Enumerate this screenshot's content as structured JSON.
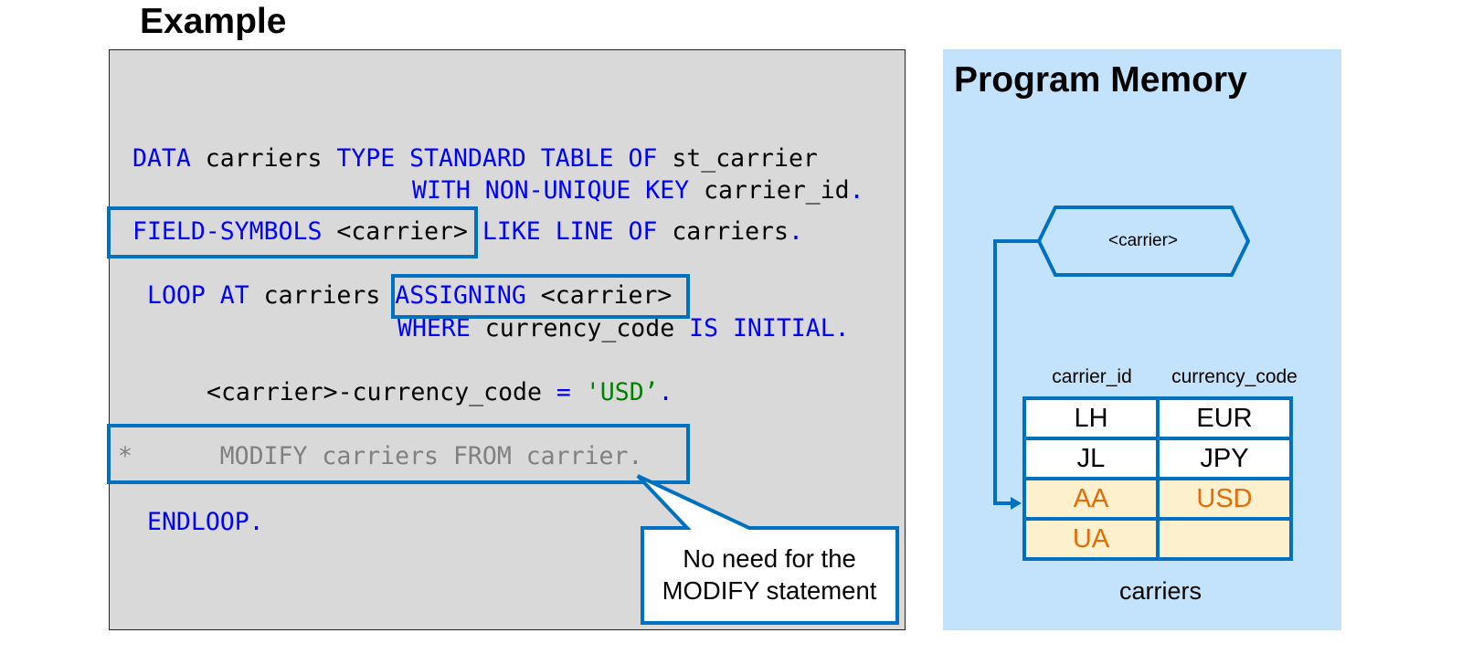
{
  "title": "Example",
  "code": {
    "line1": {
      "kw1": "DATA",
      "t1": " carriers ",
      "kw2": "TYPE STANDARD TABLE OF",
      "t2": " st_carrier"
    },
    "line2": {
      "kw1": "WITH NON-UNIQUE KEY",
      "t1": " carrier_id",
      "kw2": "."
    },
    "line3": {
      "kw1": "FIELD-SYMBOLS",
      "t1": " <carrier> ",
      "kw2": "LIKE LINE OF",
      "t2": " carriers",
      "kw3": "."
    },
    "line4": {
      "kw1": "LOOP AT",
      "t1": " carriers ",
      "kw2": "ASSIGNING",
      "t2": " <carrier>"
    },
    "line5": {
      "kw1": "WHERE",
      "t1": " currency_code ",
      "kw2": "IS INITIAL."
    },
    "line6": {
      "t1": "<carrier>-currency_code ",
      "kw1": "=",
      "str1": " 'USD’",
      "kw2": "."
    },
    "line7": {
      "cmt": "*      MODIFY carriers FROM carrier."
    },
    "line8": {
      "kw1": "ENDLOOP."
    }
  },
  "callout": {
    "line1": "No need for the",
    "line2": "MODIFY statement"
  },
  "memory": {
    "title": "Program Memory",
    "field_symbol": "<carrier>",
    "columns": [
      "carrier_id",
      "currency_code"
    ],
    "rows": [
      {
        "carrier_id": "LH",
        "currency_code": "EUR",
        "highlighted": false
      },
      {
        "carrier_id": "JL",
        "currency_code": "JPY",
        "highlighted": false
      },
      {
        "carrier_id": "AA",
        "currency_code": "USD",
        "highlighted": true
      },
      {
        "carrier_id": "UA",
        "currency_code": "",
        "highlighted": true
      }
    ],
    "table_name": "carriers"
  },
  "colors": {
    "keyword": "#0000ff",
    "string": "#008000",
    "comment": "#808080",
    "accent": "#0070c0",
    "highlight_text": "#e36c09",
    "highlight_bg": "#fdf0cc",
    "memory_bg": "#c2e3fb",
    "code_bg": "#d9d9d9"
  }
}
